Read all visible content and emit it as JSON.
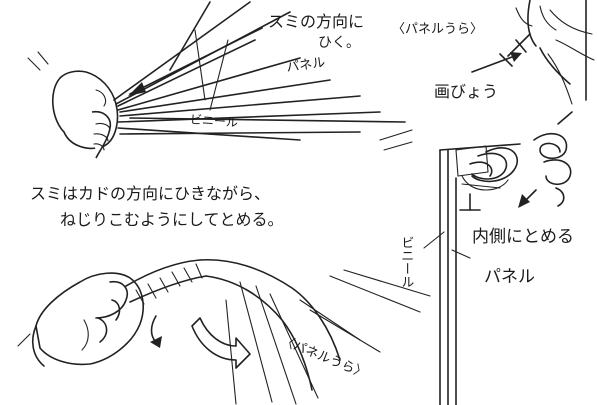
{
  "labels": {
    "pull_direction": "スミの方向に",
    "pull_verb": "ひく。",
    "panel_back": "〈パネルうら〉",
    "panel": "パネル",
    "vinyl": "ビニール",
    "thumbtack": "画びょう",
    "instruction_line1": "スミはカドの方向にひきながら、",
    "instruction_line2": "ねじりこむようにしてとめる。",
    "fasten_inside": "内側にとめる",
    "vinyl_vertical": "ビニール",
    "panel_right": "パネル",
    "panel_back_bottom": "〈パネルうら〉"
  },
  "colors": {
    "ink": "#222222",
    "paper": "#ffffff"
  }
}
